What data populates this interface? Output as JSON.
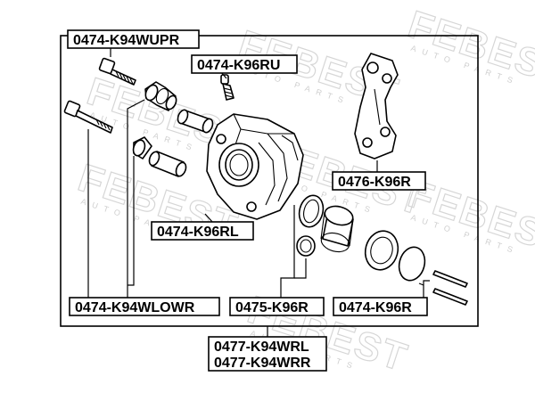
{
  "watermark": {
    "brand": "FEBEST",
    "sub": "AUTO PARTS"
  },
  "labels": {
    "upper_pin_bolt": "0474-K94WUPR",
    "bleeder": "0474-K96RU",
    "bracket": "0476-K96R",
    "lower_pin": "0474-K96RL",
    "lower_pin_bolt": "0474-K94WLOWR",
    "seal_boot": "0475-K96R",
    "piston_seal": "0474-K96R",
    "caliper_left": "0477-K94WRL",
    "caliper_right": "0477-K94WRR"
  }
}
